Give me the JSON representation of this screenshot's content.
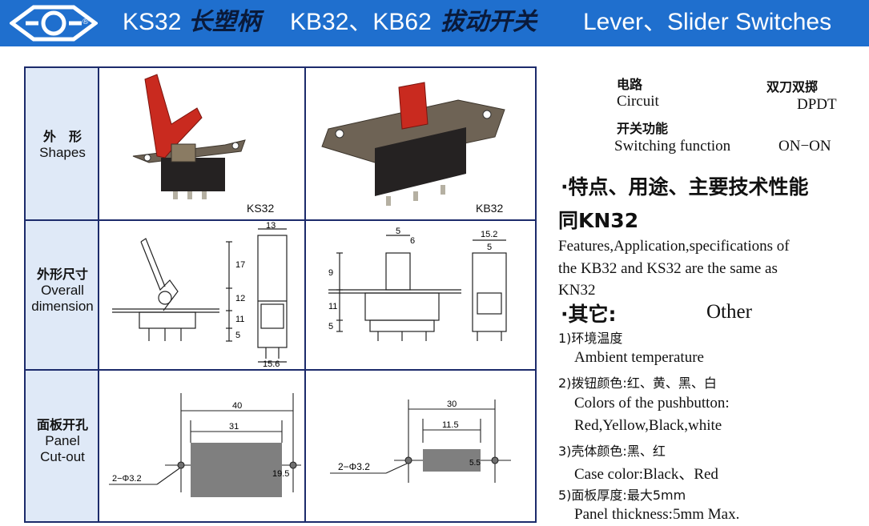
{
  "header": {
    "logo_mark": "®",
    "title_1": "KS32",
    "title_2": "长塑柄",
    "title_3": "KB32、KB62",
    "title_4": "拔动开关",
    "title_5": "Lever、Slider Switches"
  },
  "table": {
    "rows": [
      {
        "label_cn": "外　形",
        "label_en": "Shapes"
      },
      {
        "label_cn": "外形尺寸",
        "label_en": "Overall",
        "label_en_2": "dimension"
      },
      {
        "label_cn": "面板开孔",
        "label_en": "Panel",
        "label_en_2": "Cut-out"
      }
    ],
    "shapes": {
      "left_caption": "KS32",
      "right_caption": "KB32"
    },
    "dims_left": {
      "d13": "13",
      "d17": "17",
      "d12": "12",
      "d11": "11",
      "d5": "5",
      "d156": "15.6"
    },
    "dims_right": {
      "d5": "5",
      "d6": "6",
      "d9": "9",
      "d11": "11",
      "d5b": "5",
      "d152": "15.2",
      "d5c": "5"
    },
    "cut_left": {
      "d40": "40",
      "d31": "31",
      "d195": "19.5",
      "holes": "2−Φ3.2"
    },
    "cut_right": {
      "d30": "30",
      "d115": "11.5",
      "d55": "5.5",
      "holes": "2−Φ3.2"
    }
  },
  "specs": {
    "circuit_cn": "电路",
    "circuit_en": "Circuit",
    "circuit_val_cn": "双刀双掷",
    "circuit_val_en": "DPDT",
    "function_cn": "开关功能",
    "function_en": "Switching function",
    "function_val": "ON−ON"
  },
  "features": {
    "heading": "·特点、用途、主要技术性能",
    "heading_2": "同KN32",
    "text_1": "Features,Application,specifications of",
    "text_2": "the KB32 and KS32 are the same as",
    "text_3": "KN32"
  },
  "other": {
    "heading": "·其它:",
    "heading_en": "Other",
    "i1_cn": "1)环境温度",
    "i1_en": "Ambient temperature",
    "i2_cn": "2)拨钮颜色:红、黄、黑、白",
    "i2_en": "Colors of the pushbutton:",
    "i2_en_2": "Red,Yellow,Black,white",
    "i3_cn": "3)壳体颜色:黑、红",
    "i3_en": "Case color:Black、Red",
    "i5_cn": "5)面板厚度:最大5mm",
    "i5_en": "Panel thickness:5mm Max."
  }
}
